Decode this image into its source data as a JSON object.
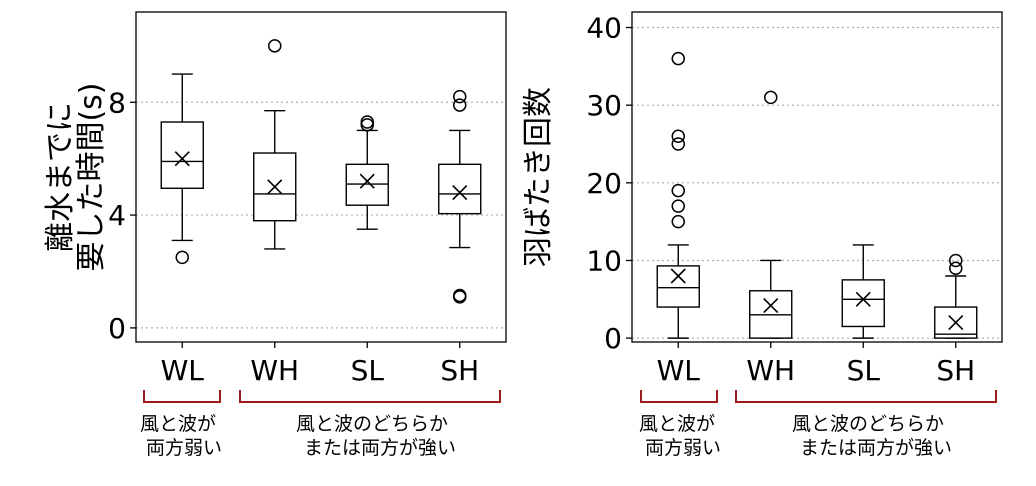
{
  "chart_data": [
    {
      "type": "box",
      "title": "",
      "xlabel": "",
      "ylabel_lines": [
        "離水までに",
        "要した時間(s)"
      ],
      "categories": [
        "WL",
        "WH",
        "SL",
        "SH"
      ],
      "ylim": [
        -0.5,
        11.2
      ],
      "yticks": [
        0,
        4,
        8
      ],
      "grid": "y-dotted",
      "boxes": [
        {
          "category": "WL",
          "whisker_low": 3.1,
          "q1": 4.95,
          "median": 5.9,
          "q3": 7.3,
          "whisker_high": 9.0,
          "mean": 6.0,
          "outliers": [
            2.5
          ]
        },
        {
          "category": "WH",
          "whisker_low": 2.8,
          "q1": 3.8,
          "median": 4.75,
          "q3": 6.2,
          "whisker_high": 7.7,
          "mean": 5.0,
          "outliers": [
            10.0
          ]
        },
        {
          "category": "SL",
          "whisker_low": 3.5,
          "q1": 4.35,
          "median": 5.1,
          "q3": 5.8,
          "whisker_high": 7.0,
          "mean": 5.2,
          "outliers": [
            7.2,
            7.3
          ]
        },
        {
          "category": "SH",
          "whisker_low": 2.85,
          "q1": 4.05,
          "median": 4.75,
          "q3": 5.8,
          "whisker_high": 7.0,
          "mean": 4.8,
          "outliers": [
            1.1,
            1.15,
            7.9,
            8.2
          ]
        }
      ]
    },
    {
      "type": "box",
      "title": "",
      "xlabel": "",
      "ylabel_lines": [
        "羽ばたき回数"
      ],
      "categories": [
        "WL",
        "WH",
        "SL",
        "SH"
      ],
      "ylim": [
        -0.5,
        42
      ],
      "yticks": [
        0,
        10,
        20,
        30,
        40
      ],
      "grid": "y-dotted",
      "boxes": [
        {
          "category": "WL",
          "whisker_low": 0,
          "q1": 4.0,
          "median": 6.5,
          "q3": 9.3,
          "whisker_high": 12.0,
          "mean": 8.0,
          "outliers": [
            15,
            17,
            19,
            25,
            26,
            36
          ]
        },
        {
          "category": "WH",
          "whisker_low": 0,
          "q1": 0,
          "median": 3.0,
          "q3": 6.1,
          "whisker_high": 10.0,
          "mean": 4.2,
          "outliers": [
            31
          ]
        },
        {
          "category": "SL",
          "whisker_low": 0,
          "q1": 1.5,
          "median": 5.0,
          "q3": 7.5,
          "whisker_high": 12.0,
          "mean": 5.0,
          "outliers": []
        },
        {
          "category": "SH",
          "whisker_low": 0,
          "q1": 0,
          "median": 0.5,
          "q3": 4.0,
          "whisker_high": 8.0,
          "mean": 2.0,
          "outliers": [
            9,
            10
          ]
        }
      ]
    }
  ],
  "groups": {
    "left": {
      "line1": "風と波が",
      "line2": "両方弱い"
    },
    "right": {
      "line1": "風と波のどちらか",
      "line2": "または両方が強い"
    }
  },
  "colors": {
    "axis": "#000000",
    "grid": "#b0b0b0",
    "bracket": "#9b1b1b",
    "background": "#ffffff"
  }
}
